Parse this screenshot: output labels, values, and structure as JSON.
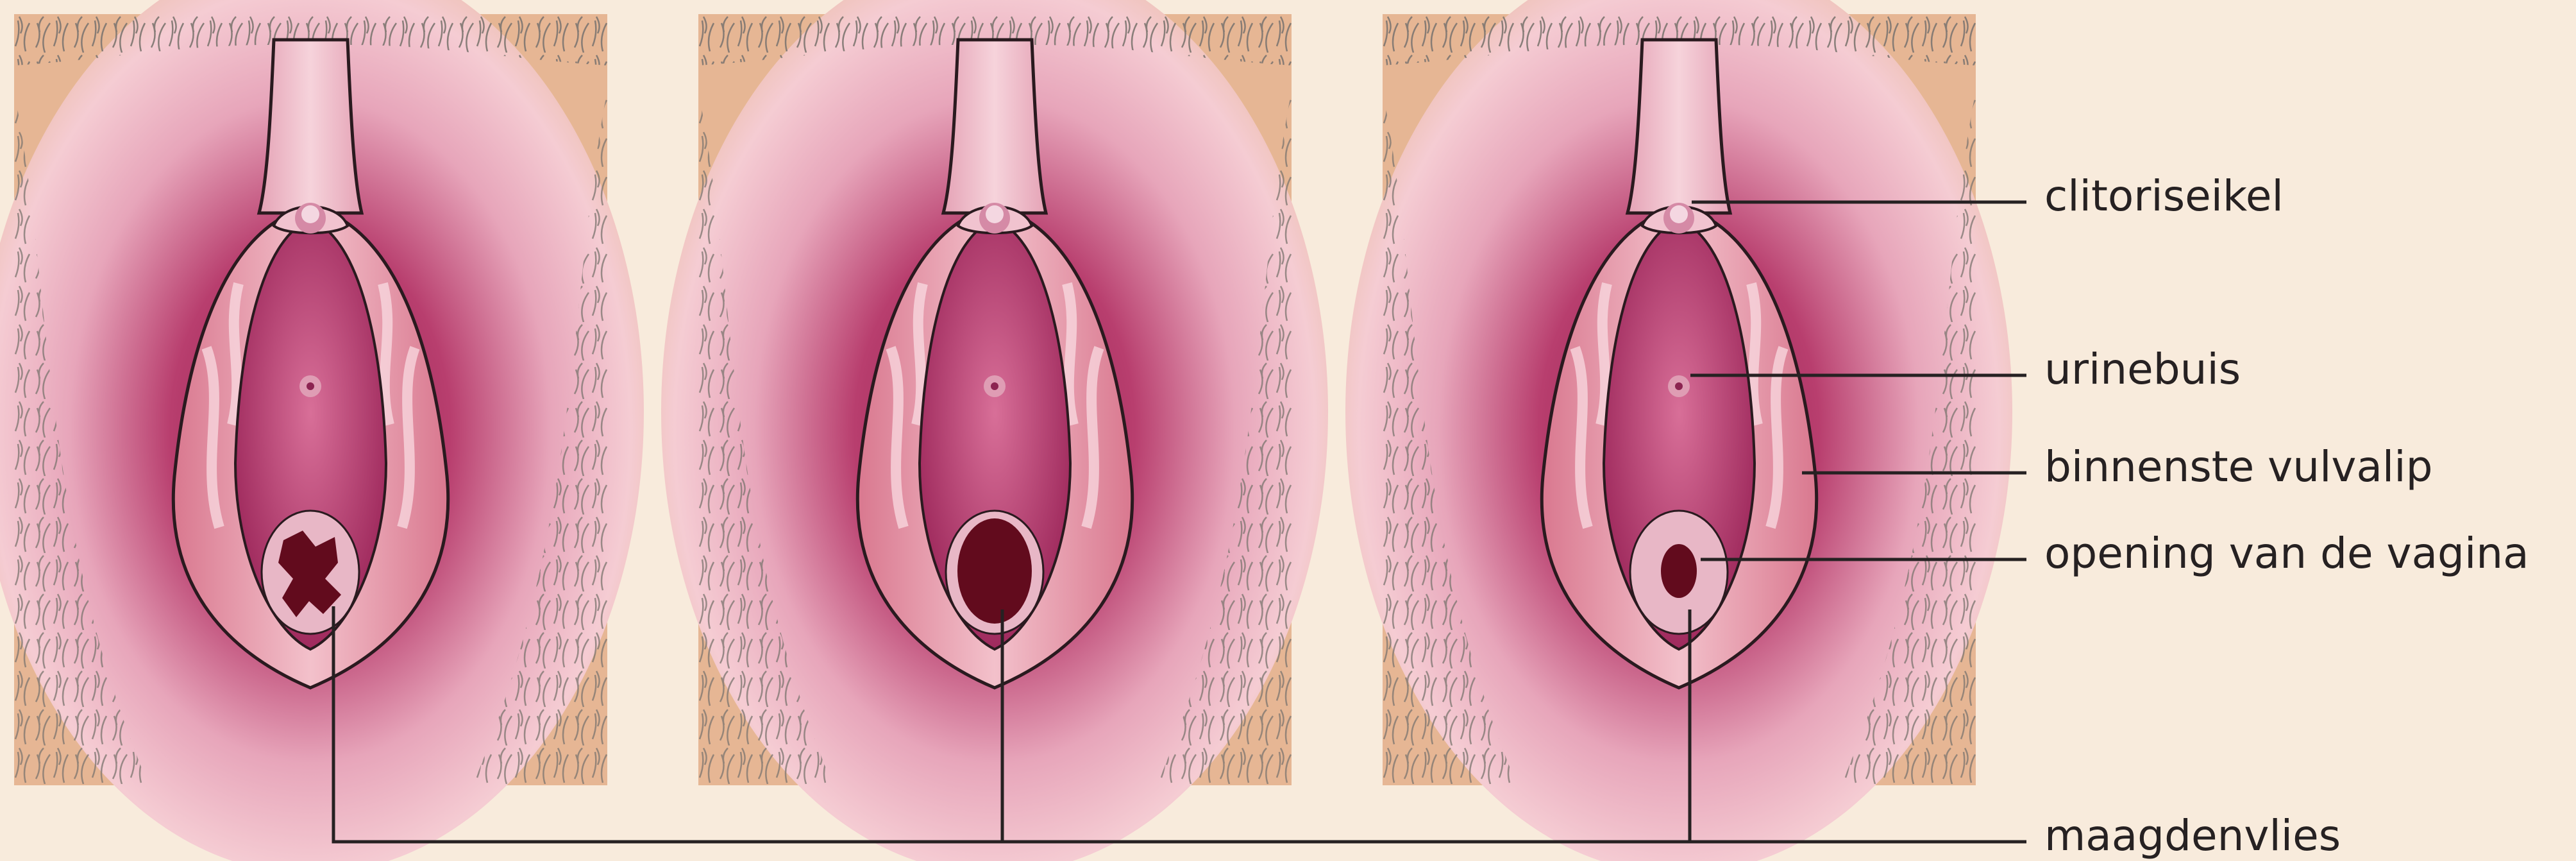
{
  "labels": {
    "clitoral_hood": "clitoriseikel",
    "urethra": "urinebuis",
    "inner_labia": "binnenste vulvalip",
    "vaginal_opening": "opening van de vagina",
    "hymen": "maagdenvlies"
  },
  "panels": [
    {
      "hymen_type": "irregular"
    },
    {
      "hymen_type": "large-opening"
    },
    {
      "hymen_type": "small-opening"
    }
  ],
  "colors": {
    "background": "#f8ebdc",
    "skin": "#e6b694",
    "hair": "#7d7670",
    "magenta": "#a72d62",
    "labia": "#e59ab0",
    "inner": "#b2396a",
    "opening": "#620b1d",
    "line": "#262122"
  }
}
